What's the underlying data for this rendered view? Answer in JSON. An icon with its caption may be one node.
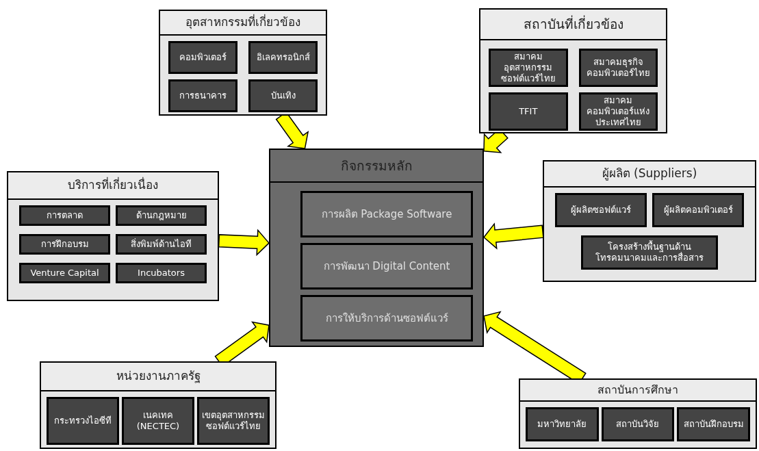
{
  "diagram": {
    "nodes": [
      {
        "text": [
          "อุตสาหกรรมที่เกี่ยวข้อง"
        ]
      },
      {
        "text": [
          "คอมพิวเตอร์"
        ],
        "in": 0
      },
      {
        "text": [
          "อิเลคทรอนิกส์"
        ],
        "in": 0
      },
      {
        "text": [
          "การธนาคาร"
        ],
        "in": 0
      },
      {
        "text": [
          "บันเทิง"
        ],
        "in": 0
      },
      {
        "text": [
          "สถาบันที่เกี่ยวข้อง"
        ]
      },
      {
        "text": [
          "สมาคมอุตสาหกรรมซอฟต์แวร์ไทย"
        ],
        "in": 5
      },
      {
        "text": [
          "สมาคมธุรกิจคอมพิวเตอร์ไทย"
        ],
        "in": 5
      },
      {
        "text": [
          "TFIT"
        ],
        "in": 5
      },
      {
        "text": [
          "สมาคมคอมพิวเตอร์แห่งประเทศไทย"
        ],
        "in": 5
      },
      {
        "text": [
          "บริการที่เกี่ยวเนื่อง"
        ]
      },
      {
        "text": [
          "การตลาด"
        ],
        "in": 10
      },
      {
        "text": [
          "ด้านกฎหมาย"
        ],
        "in": 10
      },
      {
        "text": [
          "การฝึกอบรม"
        ],
        "in": 10
      },
      {
        "text": [
          "สิ่งพิมพ์ด้านไอที"
        ],
        "in": 10
      },
      {
        "text": [
          "Venture Capital"
        ],
        "in": 10
      },
      {
        "text": [
          "Incubators"
        ],
        "in": 10
      },
      {
        "text": [
          "กิจกรรมหลัก"
        ]
      },
      {
        "text": [
          "การผลิต Package Software"
        ],
        "in": 17
      },
      {
        "text": [
          "การพัฒนา Digital Content"
        ],
        "in": 17
      },
      {
        "text": [
          "การให้บริการด้านซอฟต์แวร์"
        ],
        "in": 17
      },
      {
        "text": [
          "ผู้ผลิต (Suppliers)"
        ]
      },
      {
        "text": [
          "ผู้ผลิตซอฟต์แวร์"
        ],
        "in": 21
      },
      {
        "text": [
          "ผู้ผลิตคอมพิวเตอร์"
        ],
        "in": 21
      },
      {
        "text": [
          "โครงสร้างพื้นฐานด้านโทรคมนาคมและการสื่อสาร"
        ],
        "in": 21
      },
      {
        "text": [
          "หน่วยงานภาครัฐ"
        ]
      },
      {
        "text": [
          "กระทรวงไอซีที"
        ],
        "in": 25
      },
      {
        "text": [
          "เนคเทค (NECTEC)"
        ],
        "in": 25
      },
      {
        "text": [
          "เขตอุตสาหกรรมซอฟต์แวร์ไทย"
        ],
        "in": 25
      },
      {
        "text": [
          "สถาบันการศึกษา"
        ]
      },
      {
        "text": [
          "มหาวิทยาลัย"
        ],
        "in": 29
      },
      {
        "text": [
          "สถาบันวิจัย"
        ],
        "in": 29
      },
      {
        "text": [
          "สถาบันฝึกอบรม"
        ],
        "in": 29
      }
    ],
    "edges": [
      {
        "from": 0,
        "to": 17,
        "arrow": "to"
      },
      {
        "from": 5,
        "to": 17,
        "arrow": "to"
      },
      {
        "from": 10,
        "to": 17,
        "arrow": "to"
      },
      {
        "from": 21,
        "to": 17,
        "arrow": "to"
      },
      {
        "from": 25,
        "to": 17,
        "arrow": "to"
      },
      {
        "from": 29,
        "to": 17,
        "arrow": "to"
      }
    ]
  }
}
